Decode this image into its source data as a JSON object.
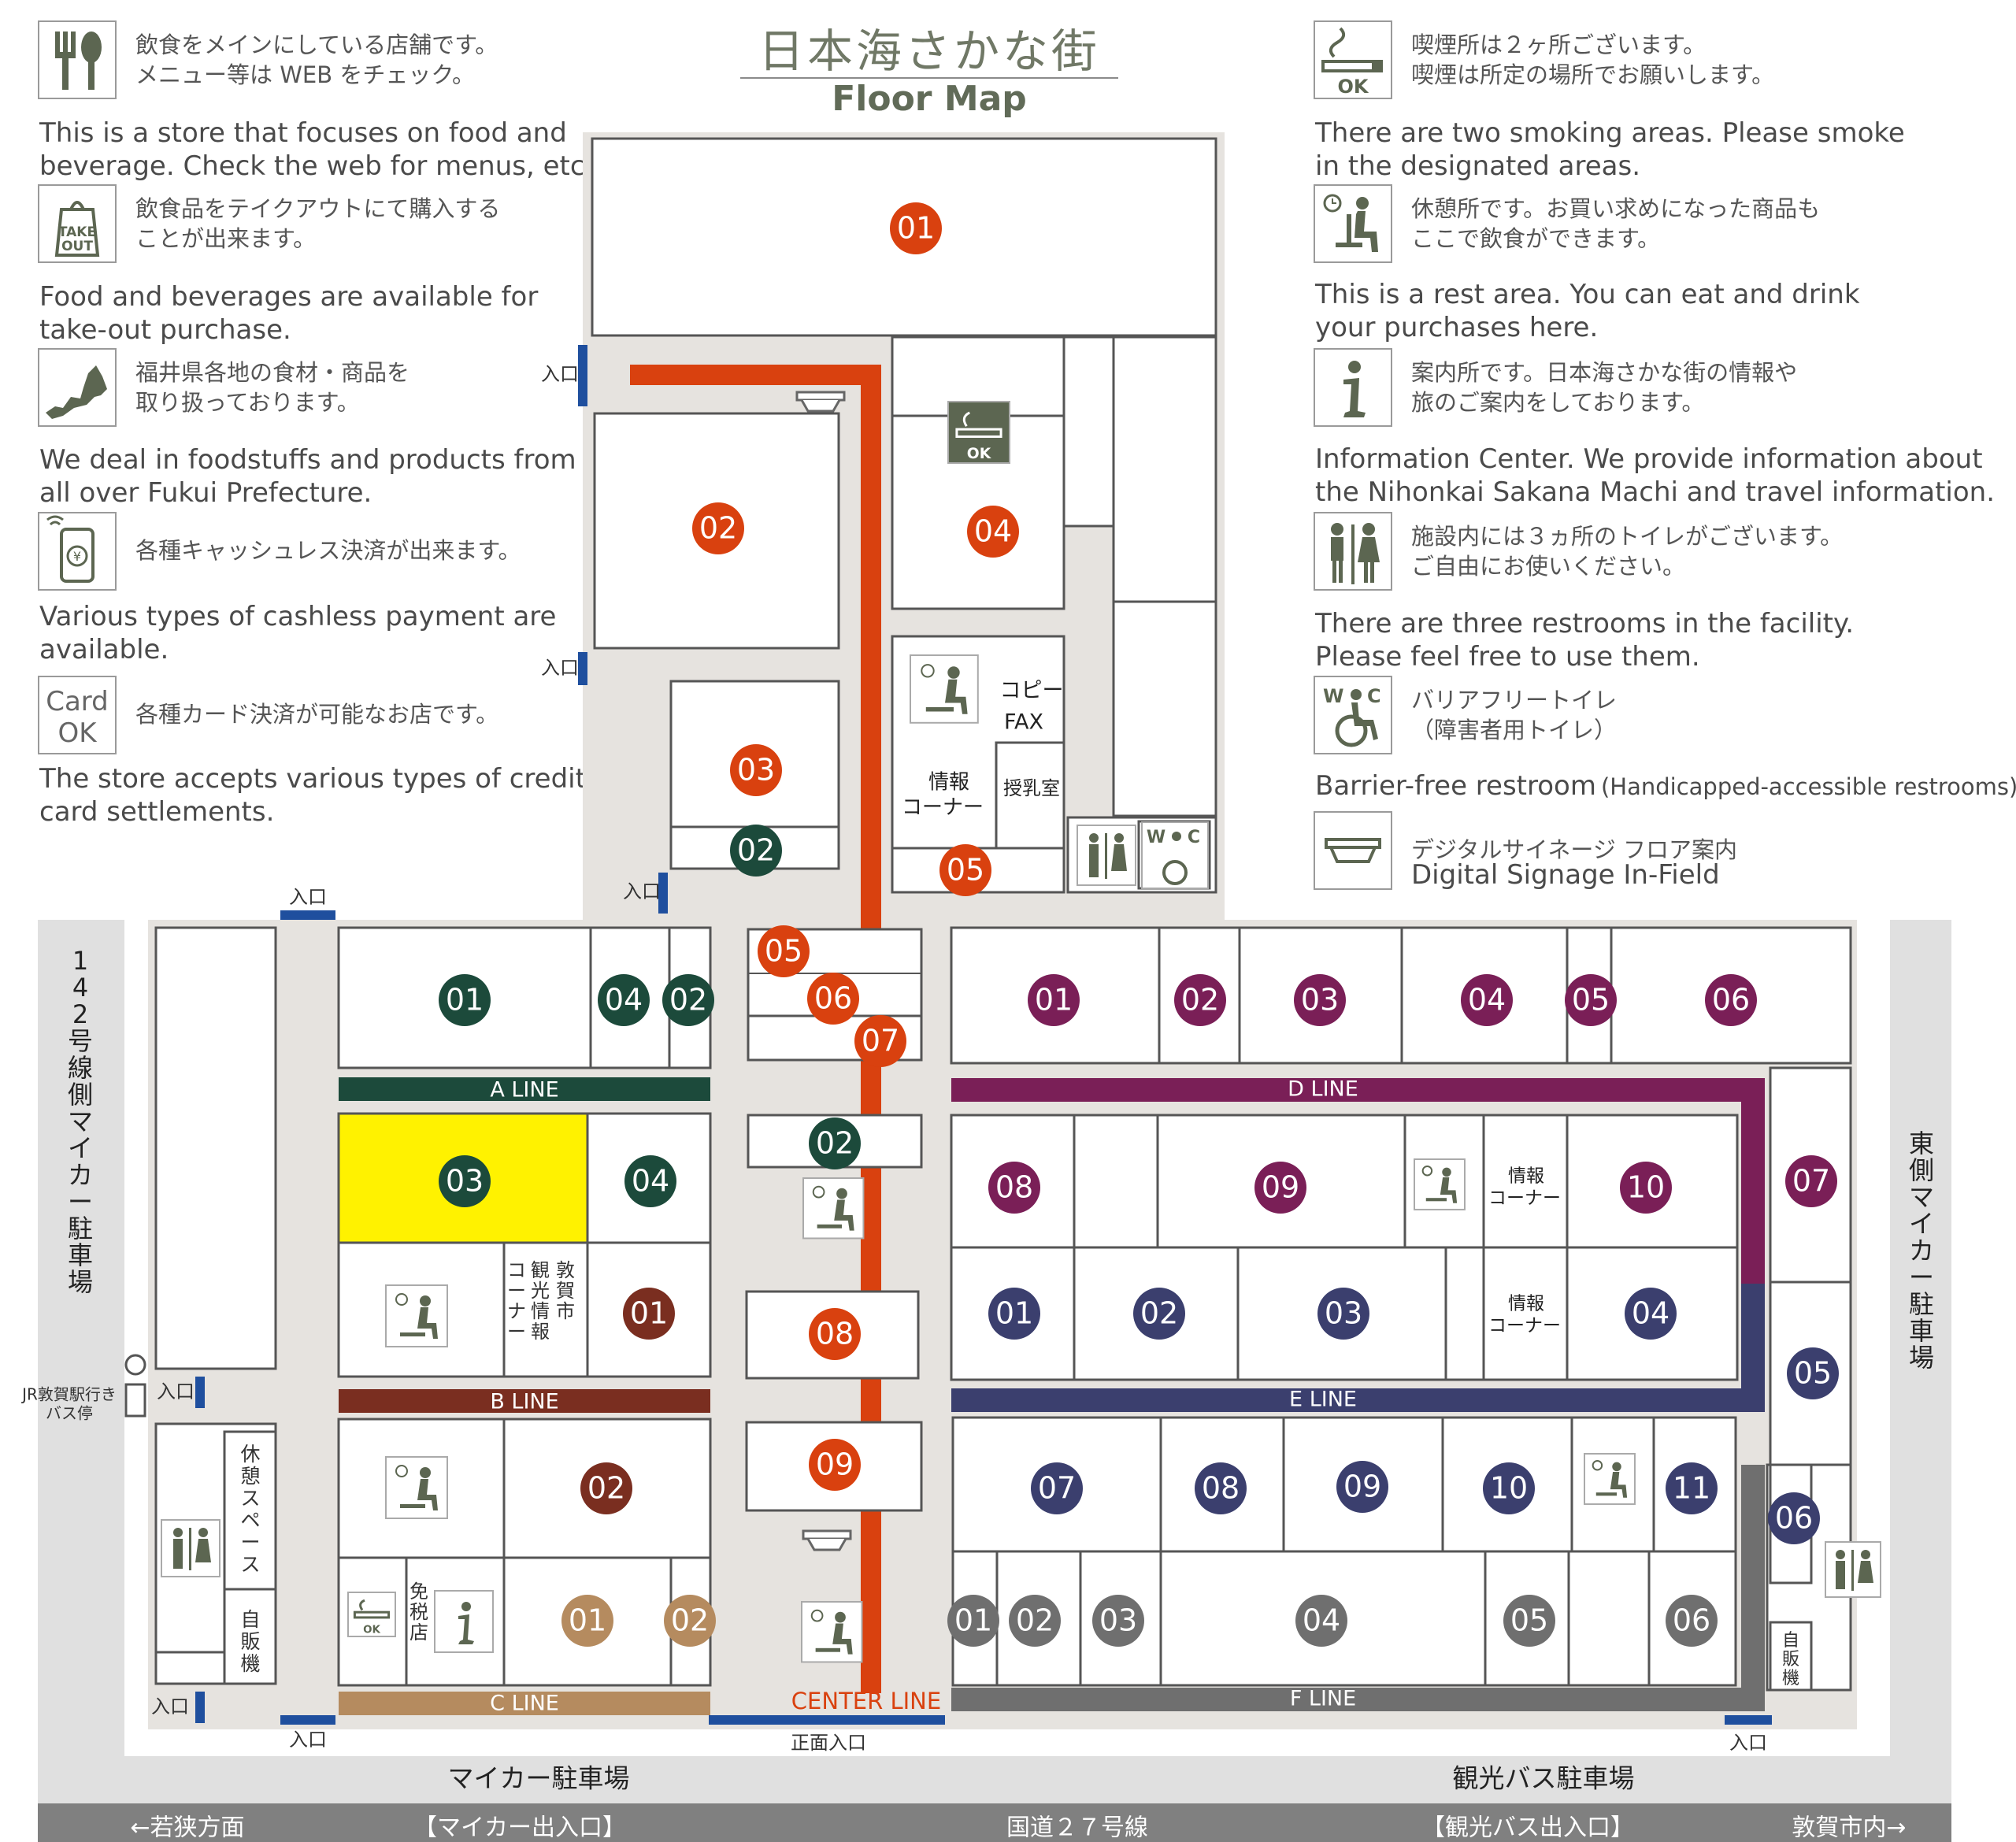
{
  "title": {
    "jp": "日本海さかな街",
    "en": "Floor Map"
  },
  "legend": [
    {
      "icon": "food-drink-icon",
      "jp": [
        "飲食をメインにしている店舗です。",
        "メニュー等は WEB をチェック。"
      ],
      "en": [
        "This is a store that focuses on food and",
        "beverage. Check the web for menus, etc."
      ]
    },
    {
      "icon": "takeout-icon",
      "icon_text": [
        "TAKE",
        "OUT"
      ],
      "jp": [
        "飲食品をテイクアウトにて購入する",
        "ことが出来ます。"
      ],
      "en": [
        "Food and beverages are available for",
        "take-out purchase."
      ]
    },
    {
      "icon": "fukui-map-icon",
      "jp": [
        "福井県各地の食材・商品を",
        "取り扱っております。"
      ],
      "en": [
        "We deal in foodstuffs and products from",
        "all over Fukui Prefecture."
      ]
    },
    {
      "icon": "cashless-phone-icon",
      "jp": [
        "各種キャッシュレス決済が出来ます。"
      ],
      "en": [
        "Various types of cashless payment are",
        "available."
      ]
    },
    {
      "icon": "card-ok-icon",
      "icon_text": [
        "Card",
        "OK"
      ],
      "jp": [
        "各種カード決済が可能なお店です。"
      ],
      "en": [
        "The store accepts various types of credit",
        "card settlements."
      ]
    },
    {
      "icon": "smoking-ok-icon",
      "icon_text": [
        "OK"
      ],
      "jp": [
        "喫煙所は２ヶ所ございます。",
        "喫煙は所定の場所でお願いします。"
      ],
      "en": [
        "There are two smoking areas. Please smoke",
        "in the designated areas."
      ]
    },
    {
      "icon": "rest-area-icon",
      "jp": [
        "休憩所です。お買い求めになった商品も",
        "ここで飲食ができます。"
      ],
      "en": [
        "This is a rest area. You can eat and drink",
        "your purchases here."
      ]
    },
    {
      "icon": "information-icon",
      "jp": [
        "案内所です。日本海さかな街の情報や",
        "旅のご案内をしております。"
      ],
      "en": [
        "Information Center. We provide information about",
        "the Nihonkai Sakana Machi and travel information."
      ]
    },
    {
      "icon": "restroom-icon",
      "jp": [
        "施設内には３ヵ所のトイレがございます。",
        "ご自由にお使いください。"
      ],
      "en": [
        "There are three restrooms in the facility.",
        "Please feel free to use them."
      ]
    },
    {
      "icon": "accessible-wc-icon",
      "icon_text": [
        "W",
        "C"
      ],
      "jp": [
        "バリアフリートイレ",
        "（障害者用トイレ）"
      ],
      "en": [
        "Barrier-free restroom",
        "(Handicapped-accessible restrooms)"
      ]
    },
    {
      "icon": "digital-signage-icon",
      "jp": [
        "デジタルサイネージ フロア案内"
      ],
      "en": [
        "Digital Signage In-Field"
      ]
    }
  ],
  "colors": {
    "bg": "#e6e3df",
    "road": "#808080",
    "parking": "#e0e0e0",
    "center": "#d9410f",
    "a": "#1c4a3b",
    "b": "#7a2e20",
    "c": "#b58b5f",
    "d": "#7a1f57",
    "e": "#3b3f6e",
    "f": "#6f6f6f",
    "entrance": "#1f4f9e",
    "highlight": "#fff200",
    "icon": "#5c6651"
  },
  "lines": {
    "a": "A LINE",
    "b": "B LINE",
    "c": "C LINE",
    "d": "D LINE",
    "e": "E LINE",
    "f": "F LINE",
    "center": "CENTER LINE"
  },
  "badges": {
    "center": [
      "01",
      "02",
      "03",
      "04",
      "05",
      "05",
      "06",
      "07",
      "08",
      "09"
    ],
    "a": [
      "02",
      "01",
      "04",
      "02",
      "03",
      "04"
    ],
    "b": [
      "01",
      "02"
    ],
    "c": [
      "01",
      "02"
    ],
    "d": [
      "01",
      "02",
      "03",
      "04",
      "05",
      "06",
      "07",
      "08",
      "09",
      "10"
    ],
    "e": [
      "01",
      "02",
      "03",
      "04",
      "05",
      "06",
      "07",
      "08",
      "09",
      "10",
      "11"
    ],
    "f": [
      "01",
      "02",
      "03",
      "04",
      "05",
      "06"
    ]
  },
  "labels": {
    "entrance": "入口",
    "main_entrance": "正面入口",
    "copy": "コピー",
    "fax": "FAX",
    "info_corner": [
      "情報",
      "コーナー"
    ],
    "nursing": "授乳室",
    "rest_space": "休憩スペース",
    "vending": "自販機",
    "tax_free": "免税店",
    "tourist_info": [
      "敦賀市",
      "観光情報",
      "コーナー"
    ],
    "bus_stop": [
      "JR敦賀駅行き",
      "バス停"
    ],
    "west_parking": "142号線側マイカー駐車場",
    "east_parking": "東側マイカー駐車場",
    "car_parking": "マイカー駐車場",
    "bus_parking": "観光バス駐車場",
    "road": [
      "←若狭方面",
      "【マイカー出入口】",
      "国道２７号線",
      "【観光バス出入口】",
      "敦賀市内→"
    ],
    "ok": "OK"
  }
}
